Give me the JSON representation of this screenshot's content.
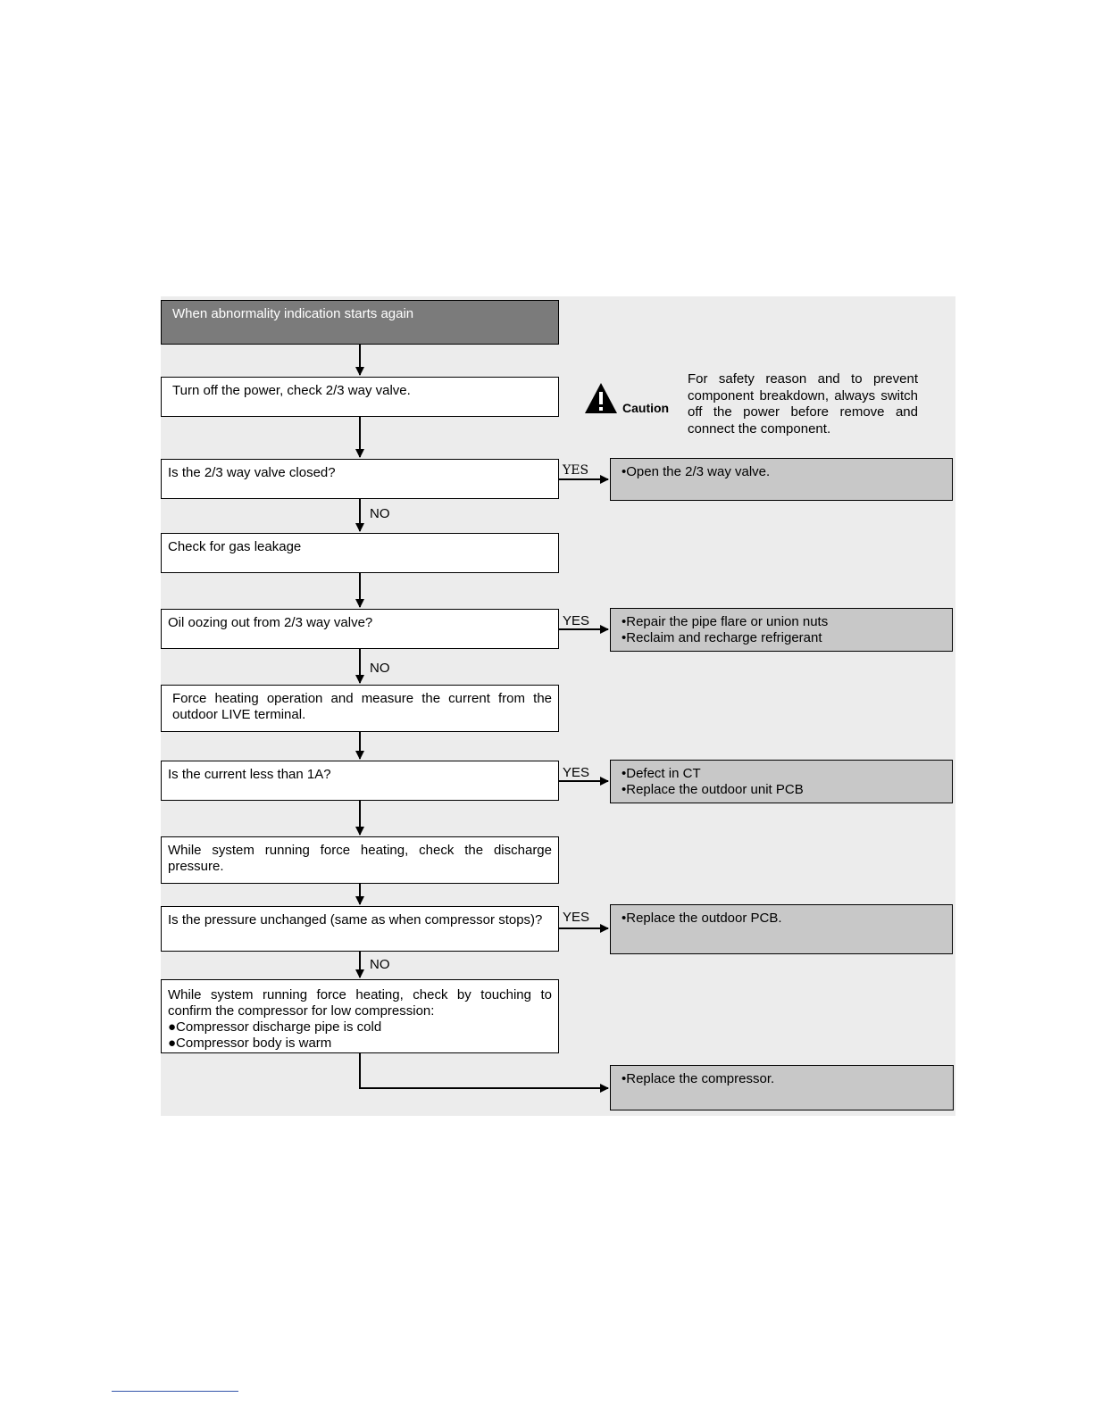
{
  "flow": {
    "start": "When abnormality indication starts again",
    "step1": "Turn off the power, check 2/3 way valve.",
    "q1": "Is the 2/3 way valve closed?",
    "step2": "Check for gas leakage",
    "q2": "Oil oozing out from 2/3 way valve?",
    "step3": "Force heating operation and measure the current from the outdoor LIVE terminal.",
    "q3": "Is the current less than 1A?",
    "step4": "While system running force heating, check the discharge pressure.",
    "q4": "Is the pressure unchanged (same as when compressor stops)?",
    "step5_text": "While system running force heating, check by touching to confirm the compressor for low compression:",
    "step5_bullets": [
      "●Compressor discharge pipe is cold",
      "●Compressor body is warm"
    ]
  },
  "results": {
    "r1": [
      "•Open the 2/3 way valve."
    ],
    "r2": [
      "•Repair the pipe flare or union nuts",
      "•Reclaim and recharge refrigerant"
    ],
    "r3": [
      "•Defect in CT",
      "•Replace the outdoor unit PCB"
    ],
    "r4": [
      "•Replace the outdoor PCB."
    ],
    "r5": [
      "•Replace the compressor."
    ]
  },
  "labels": {
    "yes": "YES",
    "no": "NO"
  },
  "caution": {
    "label": "Caution",
    "icon": "warning-triangle-icon",
    "text": "For safety reason and to prevent component breakdown, always switch off the power before remove and connect the component."
  },
  "colors": {
    "start_box": "#7b7b7b",
    "result_box": "#c8c8c8",
    "panel": "#ececec"
  }
}
